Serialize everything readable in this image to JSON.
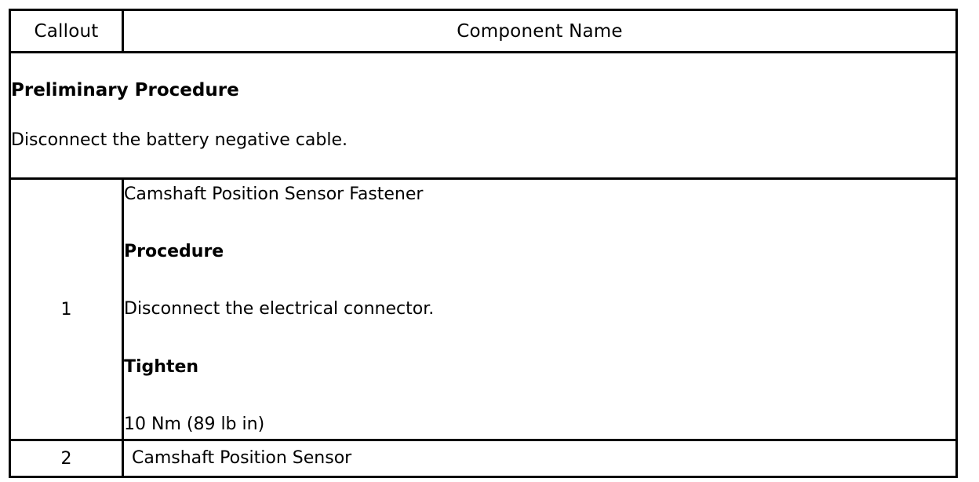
{
  "table": {
    "columns": [
      {
        "key": "callout",
        "label": "Callout"
      },
      {
        "key": "component_name",
        "label": "Component Name"
      }
    ],
    "preliminary": {
      "title": "Preliminary Procedure",
      "text": "Disconnect the battery negative cable."
    },
    "rows": [
      {
        "callout": "1",
        "name": "Camshaft Position Sensor Fastener",
        "procedure_label": "Procedure",
        "procedure_text": "Disconnect the electrical connector.",
        "tighten_label": "Tighten",
        "tighten_value": "10 Nm (89 lb in)"
      },
      {
        "callout": "2",
        "name": "Camshaft Position Sensor"
      }
    ]
  },
  "colors": {
    "border": "#000000",
    "text": "#000000",
    "background": "#ffffff"
  }
}
